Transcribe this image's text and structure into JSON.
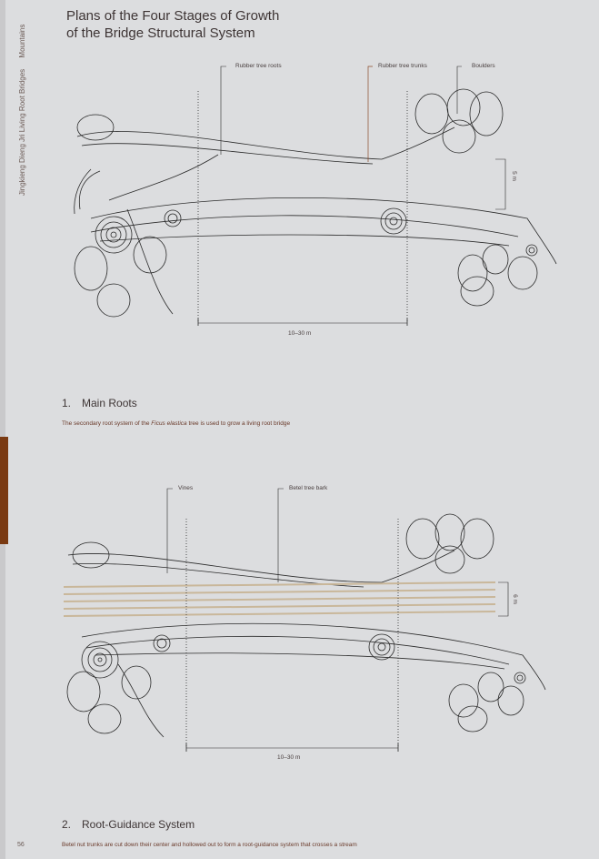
{
  "side_header": {
    "book": "Jingkieng Dieng Jri Living Root Bridges",
    "section": "Mountains"
  },
  "title": {
    "line1": "Plans of the Four Stages of Growth",
    "line2": "of the Bridge Structural System"
  },
  "figure1": {
    "labels": [
      "Rubber tree roots",
      "Rubber tree trunks",
      "Boulders"
    ],
    "dimension_span": "10–30 m",
    "dimension_width": "5 m"
  },
  "stage1": {
    "number": "1.",
    "heading": "Main Roots",
    "caption_pre": "The secondary root system of the ",
    "caption_italic": "Ficus elastica",
    "caption_post": " tree is used to grow a living root bridge"
  },
  "figure2": {
    "labels": [
      "Vines",
      "Betel tree bark"
    ],
    "dimension_span": "10–30 m",
    "dimension_width": "6 m"
  },
  "stage2": {
    "number": "2.",
    "heading": "Root-Guidance System",
    "caption": "Betel nut trunks are cut down their center and hollowed out to form a root-guidance system that crosses a stream"
  },
  "page_number": "56",
  "colors": {
    "accent": "#7a3a12",
    "paper": "#dcdddf"
  }
}
